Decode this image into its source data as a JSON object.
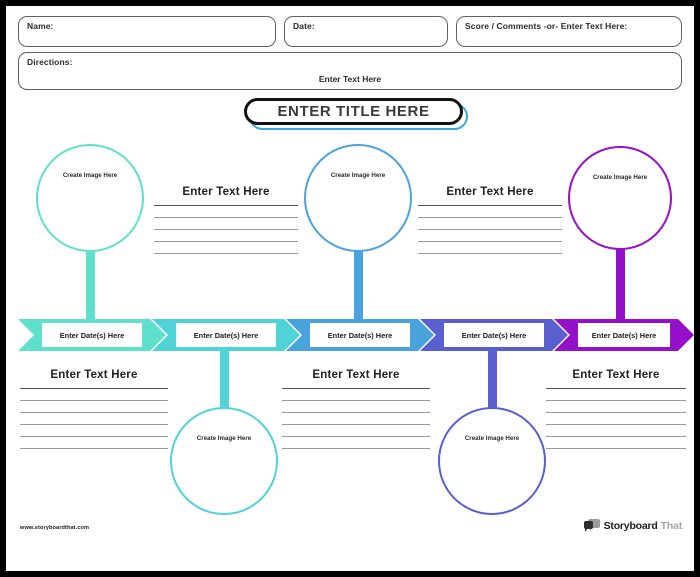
{
  "header": {
    "fields": [
      {
        "label": "Name:",
        "value": ""
      },
      {
        "label": "Date:",
        "value": ""
      },
      {
        "label": "Score / Comments -or- Enter Text Here:",
        "value": ""
      }
    ],
    "directions": {
      "label": "Directions:",
      "value": "Enter Text Here"
    }
  },
  "title": {
    "text": "ENTER TITLE HERE",
    "border_color": "#111111",
    "shadow_color": "#3aa7e0"
  },
  "timeline": {
    "steps": [
      {
        "date_label": "Enter Date(s) Here",
        "color": "#5ee0cd",
        "circle_position": "top",
        "image_caption": "Create Image Here",
        "text_heading": "Enter Text Here"
      },
      {
        "date_label": "Enter Date(s) Here",
        "color": "#4fd3d6",
        "circle_position": "bottom",
        "image_caption": "Create Image Here",
        "text_heading": "Enter Text Here"
      },
      {
        "date_label": "Enter Date(s) Here",
        "color": "#4aa3dd",
        "circle_position": "top",
        "image_caption": "Create Image Here",
        "text_heading": "Enter Text Here"
      },
      {
        "date_label": "Enter Date(s) Here",
        "color": "#5a5fd0",
        "circle_position": "bottom",
        "image_caption": "Create Image Here",
        "text_heading": "Enter Text Here"
      },
      {
        "date_label": "Enter Date(s) Here",
        "color": "#9410c9",
        "circle_position": "top",
        "image_caption": "Create Image Here",
        "text_heading": "Enter Text Here"
      }
    ]
  },
  "text_blocks": {
    "top": [
      {
        "heading": "Enter Text Here",
        "lines": 5
      },
      {
        "heading": "Enter Text Here",
        "lines": 5
      }
    ],
    "bottom": [
      {
        "heading": "Enter Text Here",
        "lines": 6
      },
      {
        "heading": "Enter Text Here",
        "lines": 6
      },
      {
        "heading": "Enter Text Here",
        "lines": 6
      }
    ]
  },
  "footer": {
    "url": "www.storyboardthat.com",
    "brand_first": "Storyboard",
    "brand_second": "That"
  }
}
